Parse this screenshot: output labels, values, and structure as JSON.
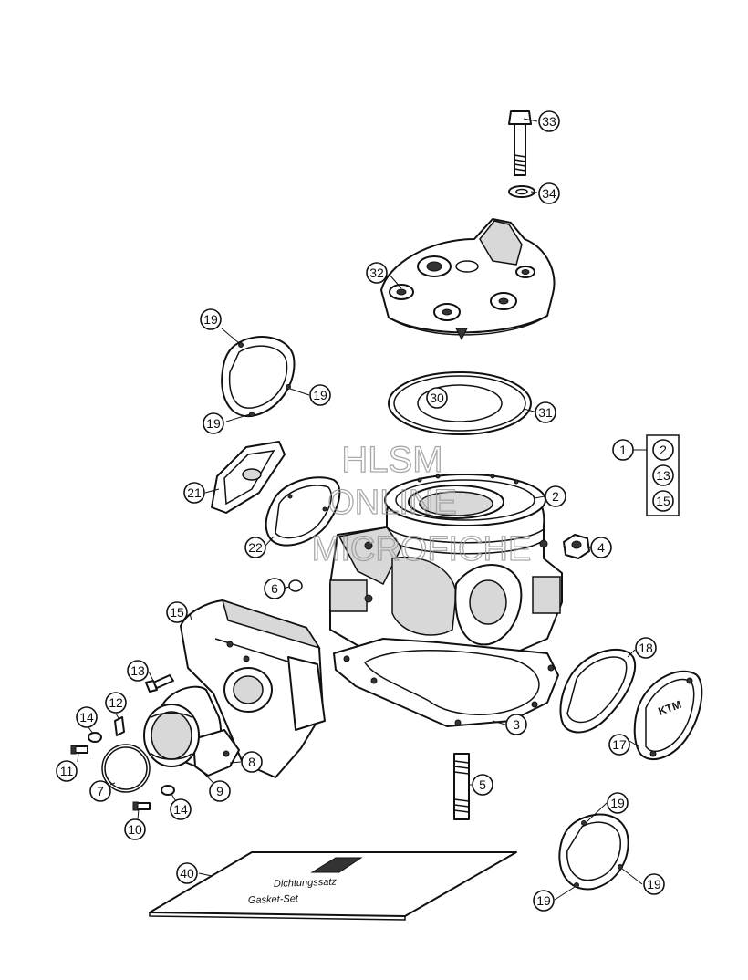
{
  "watermark": {
    "line1": "HLSM",
    "line2": "ONLINE",
    "line3": "MICROFICHE"
  },
  "kit_box": {
    "main": "1",
    "items": [
      "2",
      "13",
      "15"
    ]
  },
  "gasket_set": {
    "line1": "Dichtungssatz",
    "line2": "Gasket-Set"
  },
  "callouts": [
    {
      "id": "33",
      "label": "33"
    },
    {
      "id": "34",
      "label": "34"
    },
    {
      "id": "32",
      "label": "32"
    },
    {
      "id": "19a",
      "label": "19"
    },
    {
      "id": "19b",
      "label": "19"
    },
    {
      "id": "19c",
      "label": "19"
    },
    {
      "id": "30",
      "label": "30"
    },
    {
      "id": "31",
      "label": "31"
    },
    {
      "id": "21",
      "label": "21"
    },
    {
      "id": "22",
      "label": "22"
    },
    {
      "id": "2",
      "label": "2"
    },
    {
      "id": "4",
      "label": "4"
    },
    {
      "id": "6",
      "label": "6"
    },
    {
      "id": "15",
      "label": "15"
    },
    {
      "id": "18",
      "label": "18"
    },
    {
      "id": "13",
      "label": "13"
    },
    {
      "id": "12",
      "label": "12"
    },
    {
      "id": "14a",
      "label": "14"
    },
    {
      "id": "3",
      "label": "3"
    },
    {
      "id": "17",
      "label": "17"
    },
    {
      "id": "8",
      "label": "8"
    },
    {
      "id": "11",
      "label": "11"
    },
    {
      "id": "7",
      "label": "7"
    },
    {
      "id": "9",
      "label": "9"
    },
    {
      "id": "5",
      "label": "5"
    },
    {
      "id": "14b",
      "label": "14"
    },
    {
      "id": "10",
      "label": "10"
    },
    {
      "id": "19d",
      "label": "19"
    },
    {
      "id": "40",
      "label": "40"
    },
    {
      "id": "19e",
      "label": "19"
    },
    {
      "id": "19f",
      "label": "19"
    }
  ]
}
